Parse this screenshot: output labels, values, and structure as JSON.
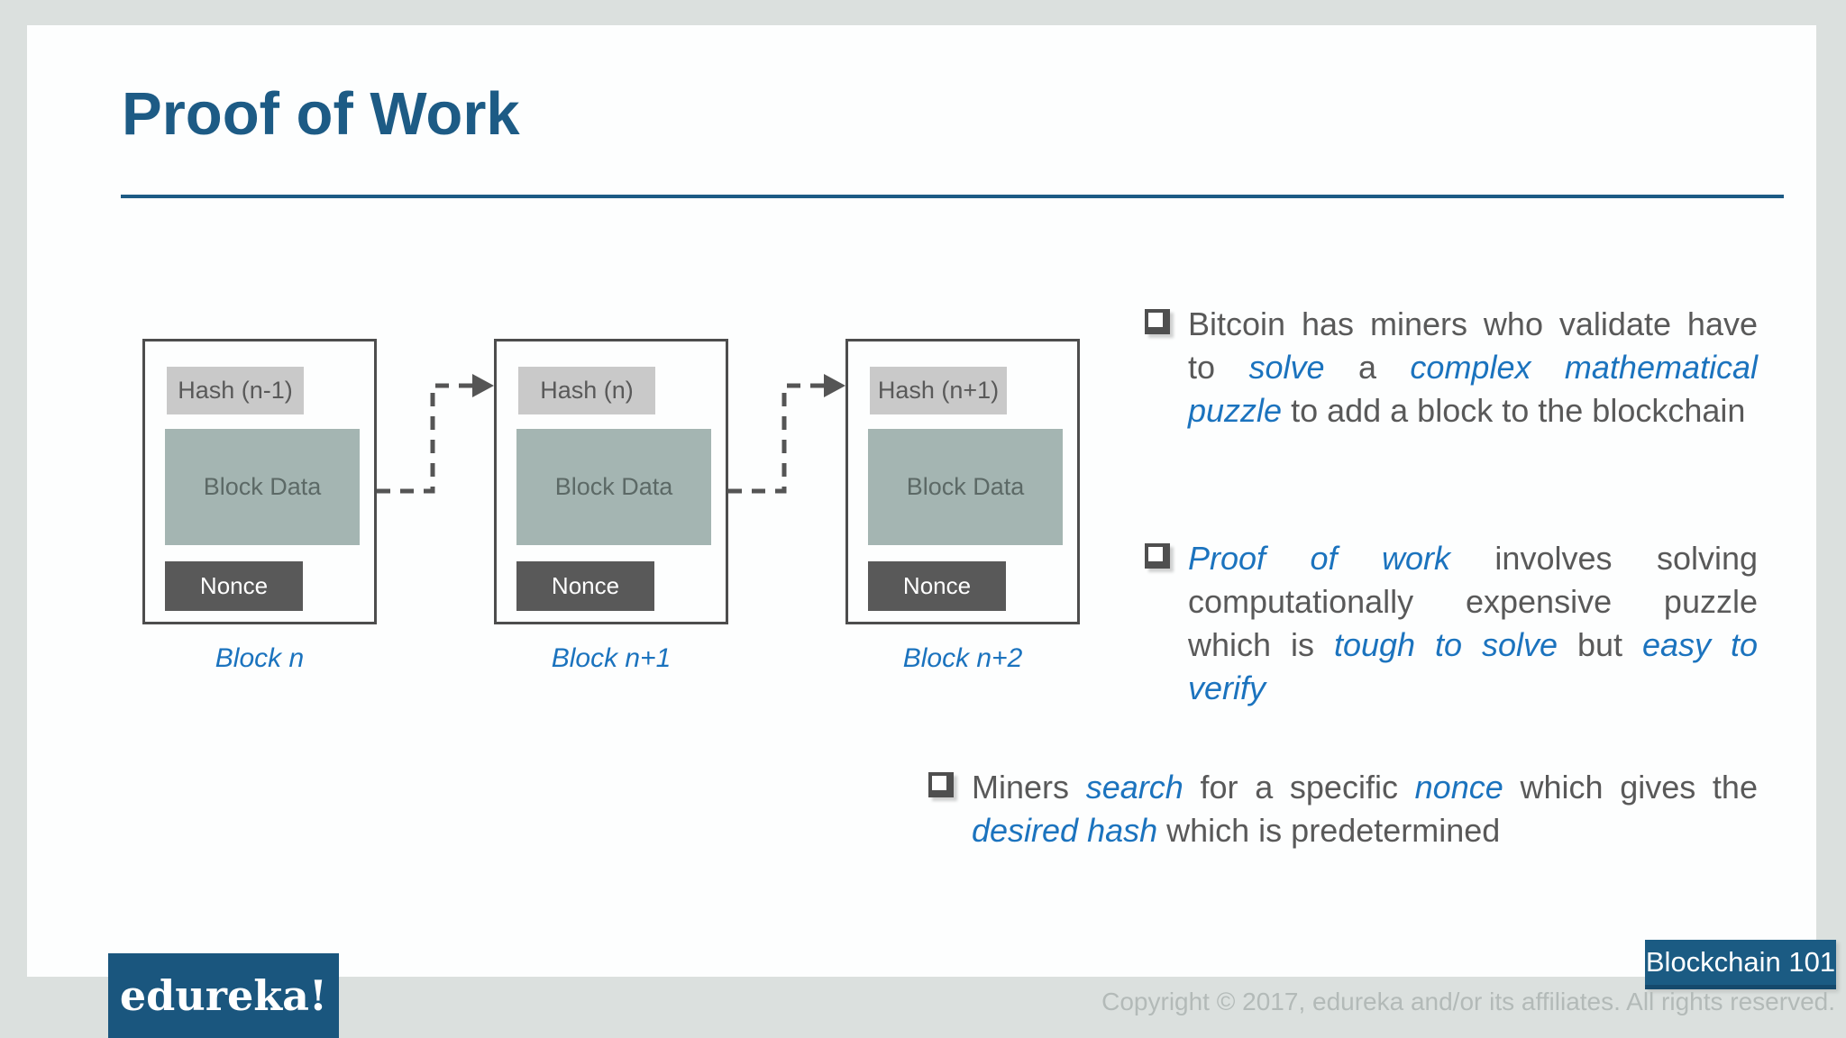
{
  "slide": {
    "title": "Proof of Work",
    "accent_color": "#1d5b85",
    "emphasis_color": "#1b73be",
    "body_text_color": "#595959",
    "background_color": "#dbe0de"
  },
  "diagram": {
    "blocks": [
      {
        "hash_label": "Hash (n-1)",
        "data_label": "Block Data",
        "nonce_label": "Nonce",
        "caption": "Block n"
      },
      {
        "hash_label": "Hash (n)",
        "data_label": "Block Data",
        "nonce_label": "Nonce",
        "caption": "Block n+1"
      },
      {
        "hash_label": "Hash (n+1)",
        "data_label": "Block Data",
        "nonce_label": "Nonce",
        "caption": "Block n+2"
      }
    ],
    "colors": {
      "hash_background": "#c9c9c9",
      "block_data_background": "#a4b5b2",
      "nonce_background": "#595959",
      "block_border": "#4d4d4d",
      "connector": "#555555"
    }
  },
  "bullets": [
    {
      "segments": [
        {
          "text": "Bitcoin has miners who validate have to ",
          "em": false
        },
        {
          "text": "solve",
          "em": true
        },
        {
          "text": " a ",
          "em": false
        },
        {
          "text": "complex mathematical puzzle",
          "em": true
        },
        {
          "text": " to add a block to the blockchain",
          "em": false
        }
      ]
    },
    {
      "segments": [
        {
          "text": "Proof of work",
          "em": true
        },
        {
          "text": " involves solving computationally expensive puzzle which is ",
          "em": false
        },
        {
          "text": "tough to solve",
          "em": true
        },
        {
          "text": " but ",
          "em": false
        },
        {
          "text": "easy to verify",
          "em": true
        }
      ]
    },
    {
      "segments": [
        {
          "text": "Miners ",
          "em": false
        },
        {
          "text": "search",
          "em": true
        },
        {
          "text": " for a specific ",
          "em": false
        },
        {
          "text": "nonce",
          "em": true
        },
        {
          "text": " which gives the ",
          "em": false
        },
        {
          "text": "desired hash",
          "em": true
        },
        {
          "text": " which is predetermined",
          "em": false
        }
      ]
    }
  ],
  "badge": {
    "label": "Blockchain 101",
    "background": "#1b5b83"
  },
  "footer": {
    "logo_text": "edureka!",
    "logo_background": "#1a567e",
    "copyright": "Copyright © 2017, edureka and/or its affiliates. All rights reserved."
  }
}
